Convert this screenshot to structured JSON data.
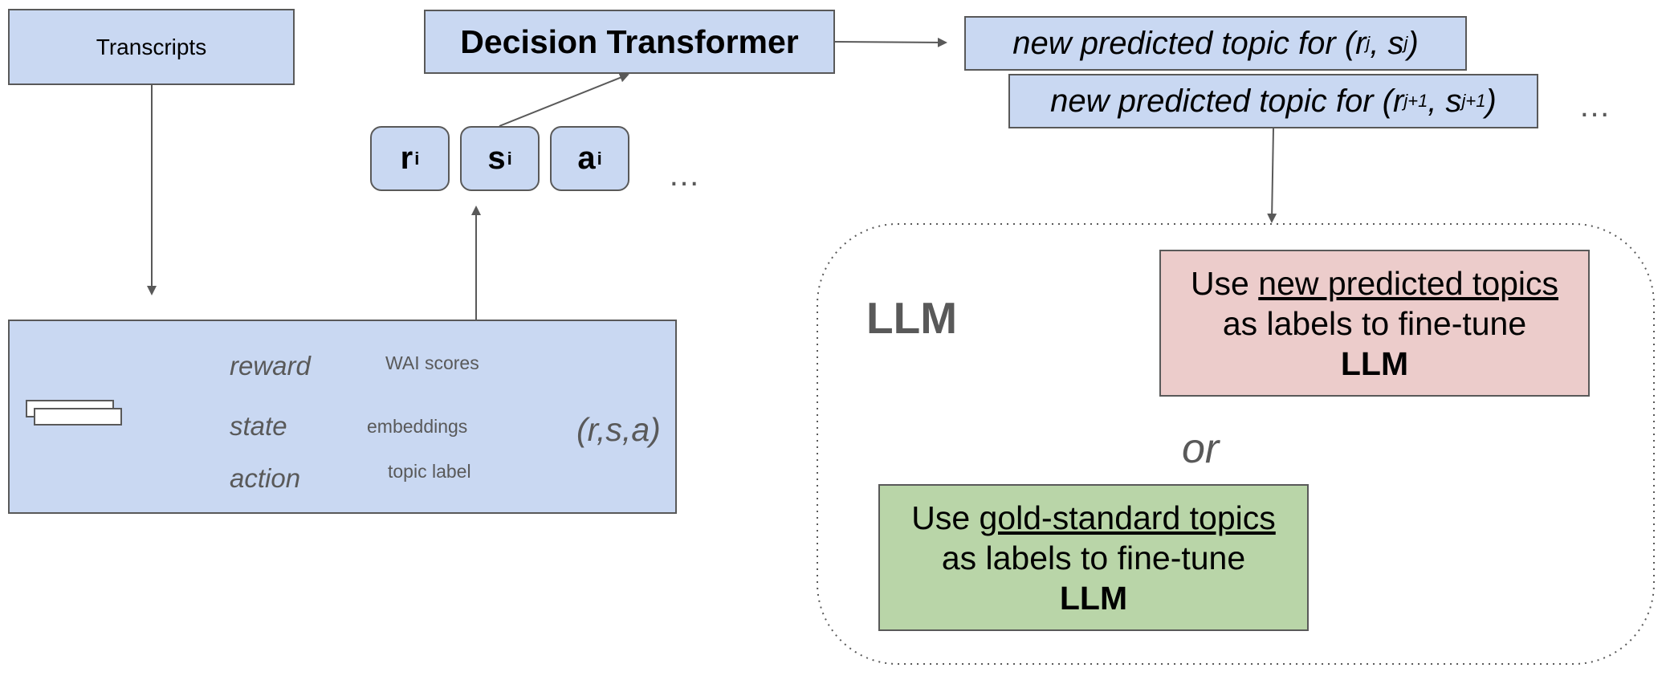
{
  "transcripts": {
    "label": "Transcripts"
  },
  "decision_transformer": {
    "label": "Decision Transformer"
  },
  "tokens": [
    {
      "letter": "r",
      "sub": "i"
    },
    {
      "letter": "s",
      "sub": "i"
    },
    {
      "letter": "a",
      "sub": "i"
    }
  ],
  "tokens_ellipsis": "…",
  "predictions": [
    {
      "prefix": "new predicted topic for (r",
      "sub_r": "j",
      "mid": ", s",
      "sub_s": "j",
      "suffix": ")"
    },
    {
      "prefix": "new predicted topic for (r",
      "sub_r": "j+1",
      "mid": ", s",
      "sub_s": "j+1",
      "suffix": ")"
    }
  ],
  "predictions_ellipsis": "…",
  "process": {
    "rows": [
      {
        "term": "reward",
        "value": "WAI scores"
      },
      {
        "term": "state",
        "value": "embeddings"
      },
      {
        "term": "action",
        "value": "topic label"
      }
    ],
    "output": "(r,s,a)"
  },
  "llm": {
    "title": "LLM",
    "or_label": "or",
    "option_predicted": {
      "pre": "Use ",
      "underlined": "new predicted topics",
      "line2": "as labels to fine-tune",
      "bold": "LLM"
    },
    "option_gold": {
      "pre": "Use ",
      "underlined": "gold-standard topics",
      "line2": "as labels to fine-tune",
      "bold": "LLM"
    }
  },
  "colors": {
    "box_blue": "#c9d8f2",
    "box_pink": "#eccccb",
    "box_green": "#b9d5a8",
    "stroke": "#595959"
  }
}
